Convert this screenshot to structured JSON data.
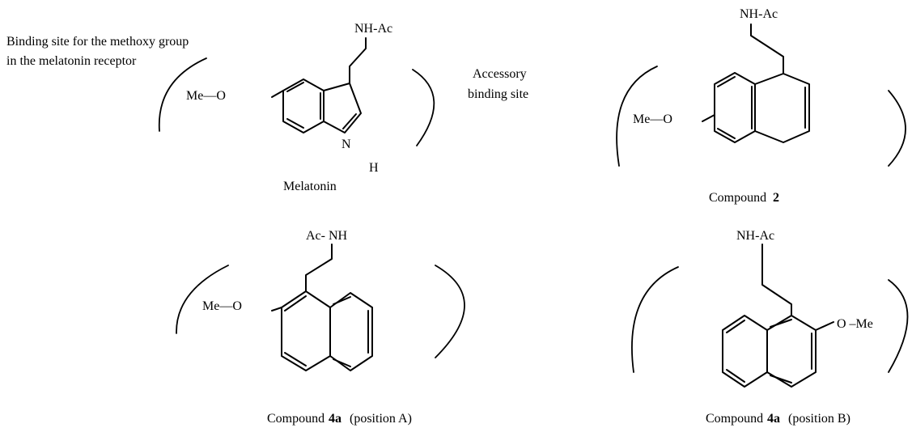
{
  "annotations": {
    "binding_site_line1": "Binding site for the methoxy group",
    "binding_site_line2": "in the melatonin receptor",
    "accessory_line1": "Accessory",
    "accessory_line2": "binding site"
  },
  "melatonin": {
    "top_group": "NH-Ac",
    "methoxy": "Me—O",
    "ring_n": "N",
    "ring_h": "H",
    "name": "Melatonin"
  },
  "compound2": {
    "top_group": "NH-Ac",
    "methoxy": "Me—O",
    "name_prefix": "Compound",
    "name_bold": "2"
  },
  "compound4a_A": {
    "top_group": "Ac- NH",
    "methoxy": "Me—O",
    "name_prefix": "Compound",
    "name_bold": "4a",
    "name_suffix": "(position A)"
  },
  "compound4a_B": {
    "top_group": "NH-Ac",
    "methoxy": "O –Me",
    "name_prefix": "Compound",
    "name_bold": "4a",
    "name_suffix": "(position B)"
  }
}
